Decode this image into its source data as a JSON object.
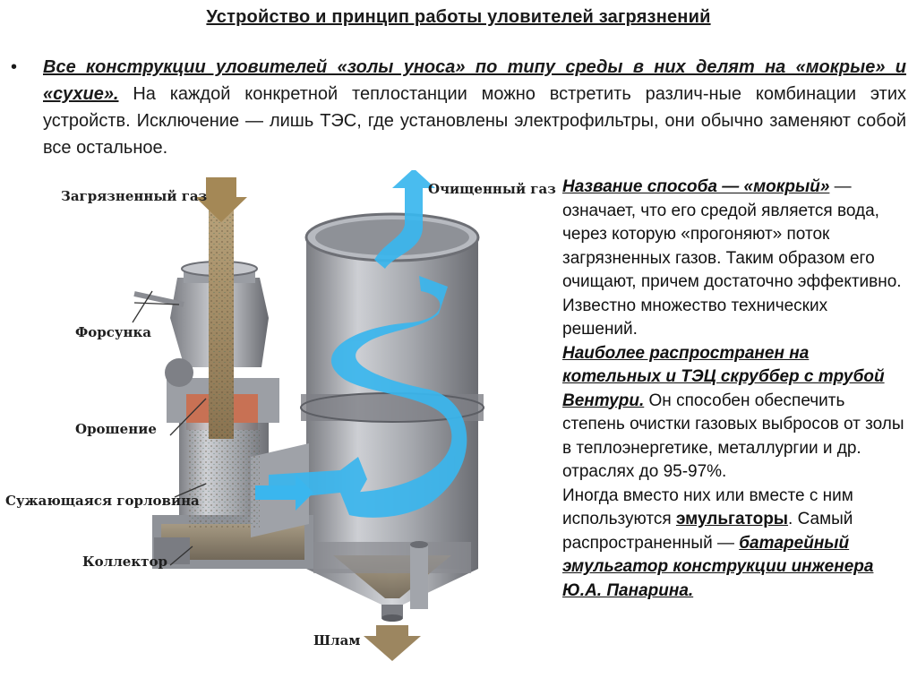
{
  "title": "Устройство и принцип работы уловителей загрязнений",
  "bullet": {
    "lead": "Все конструкции уловителей «золы уноса» по типу среды в них делят на «мокрые» и «сухие».",
    "body": "На каждой конкретной теплостанции можно встретить различ-ные комбинации этих устройств. Исключение — лишь ТЭС, где установлены электрофильтры, они обычно заменяют собой все остальное."
  },
  "diagram": {
    "labels": {
      "dirty_gas": "Загрязненный газ",
      "clean_gas": "Очищенный газ",
      "nozzle": "Форсунка",
      "irrigation": "Орошение",
      "throat": "Сужающаяся горловина",
      "collector": "Коллектор",
      "sludge": "Шлам"
    },
    "colors": {
      "flow_arrow": "#3ab6ee",
      "gas_arrow": "#b9a17a",
      "vessel": "#8d8f95"
    }
  },
  "text": {
    "p1_title": "Название способа — «мокрый»",
    "p1_body": " — означает, что его средой является вода, через которую «прогоняют» поток загрязненных газов. Таким образом его очищают, причем достаточно эффективно. Известно множество технических решений.",
    "p2_title": "Наиболее распространен на котельных и ТЭЦ скруббер с трубой Вентури.",
    "p2_body": " Он способен обеспечить степень очистки газовых выбросов от золы в теплоэнергетике, металлургии и др. отраслях до 95-97%.",
    "p3_body": "Иногда вместо них или вместе с ним используются ",
    "p3_term": "эмульгаторы",
    "p3_end": ". Самый распространенный — ",
    "p4_title": "батарейный эмульгатор конструкции инженера Ю.А. Панарина."
  }
}
